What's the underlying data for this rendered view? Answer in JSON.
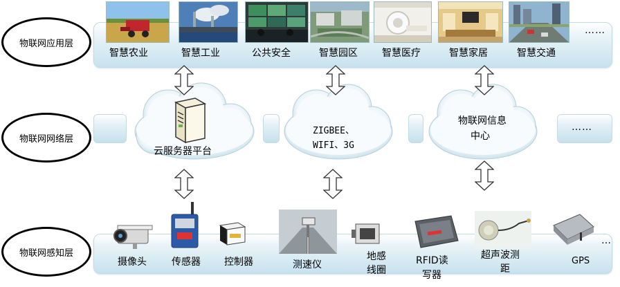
{
  "layers": {
    "application": "物联网应用层",
    "network": "物联网网络层",
    "perception": "物联网感知层"
  },
  "application_items": [
    "智慧农业",
    "智慧工业",
    "公共安全",
    "智慧园区",
    "智慧医疗",
    "智慧家居",
    "智慧交通"
  ],
  "application_more": "……",
  "network": {
    "cloud_platform": "云服务器平台",
    "comm_line1": "ZIGBEE、",
    "comm_line2": "WIFI、3G",
    "info_center_line1": "物联网信息",
    "info_center_line2": "中心",
    "more": "……"
  },
  "perception_items": [
    "摄像头",
    "传感器",
    "控制器",
    "测速仪",
    "地感",
    "线圈",
    "RFID读",
    "写器",
    "超声波测",
    "距",
    "GPS"
  ],
  "perception_more": "…",
  "icons": [
    "farm-photo",
    "factory-photo",
    "monitoring-room-photo",
    "park-photo",
    "medical-photo",
    "home-photo",
    "traffic-photo",
    "server-icon",
    "camera-icon",
    "sensor-icon",
    "controller-icon",
    "speed-radar-icon",
    "loop-detector-icon",
    "rfid-reader-icon",
    "ultrasonic-icon",
    "gps-icon",
    "double-arrow-icon",
    "cloud-icon"
  ]
}
